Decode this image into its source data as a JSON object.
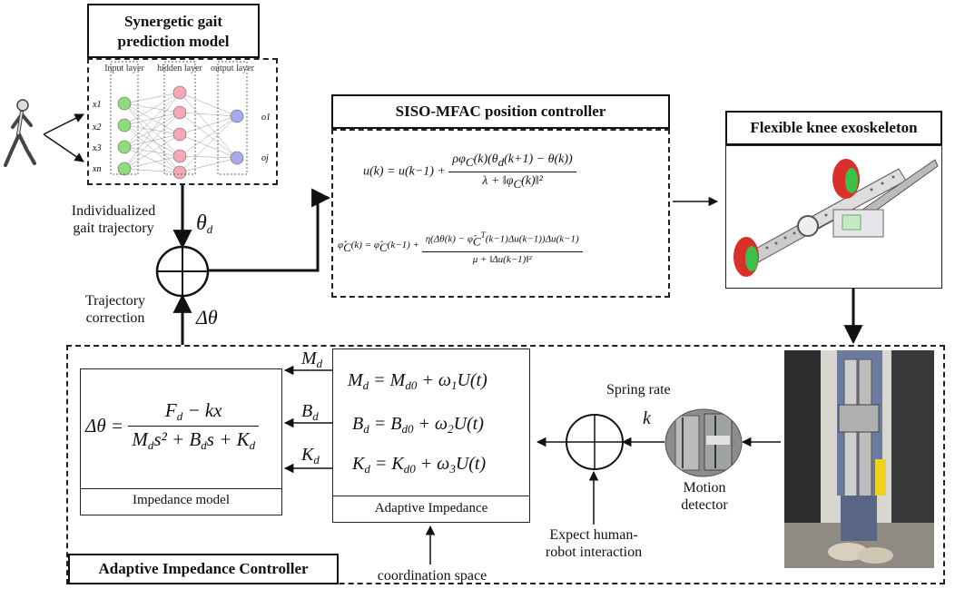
{
  "gait_model": {
    "title_line1": "Synergetic gait",
    "title_line2": "prediction model",
    "layers": [
      "Input layer",
      "hidden layer",
      "output layer"
    ],
    "inputs": [
      "x1",
      "x2",
      "x3",
      "xn"
    ],
    "outputs": [
      "o1",
      "oj"
    ]
  },
  "labels": {
    "individualized_line1": "Individualized",
    "individualized_line2": "gait trajectory",
    "theta_d": "θd",
    "trajectory_line1": "Trajectory",
    "trajectory_line2": "correction",
    "delta_theta": "Δθ",
    "spring_rate": "Spring rate",
    "k": "k",
    "motion_line1": "Motion",
    "motion_line2": "detector",
    "expect_line1": "Expect human-",
    "expect_line2": "robot interaction",
    "coordination": "coordination space"
  },
  "siso": {
    "title": "SISO-MFAC position controller"
  },
  "exo": {
    "title": "Flexible knee exoskeleton"
  },
  "impedance": {
    "caption": "Impedance model",
    "md": "Md",
    "bd": "Bd",
    "kd": "Kd"
  },
  "adaptive": {
    "caption": "Adaptive Impedance"
  },
  "controller": {
    "title": "Adaptive Impedance Controller"
  },
  "colors": {
    "input_node": "#8fdc7a",
    "hidden_node": "#f6a8b4",
    "output_node": "#a9a9ee",
    "exo_red": "#d9302a",
    "exo_green": "#3cc04a"
  }
}
